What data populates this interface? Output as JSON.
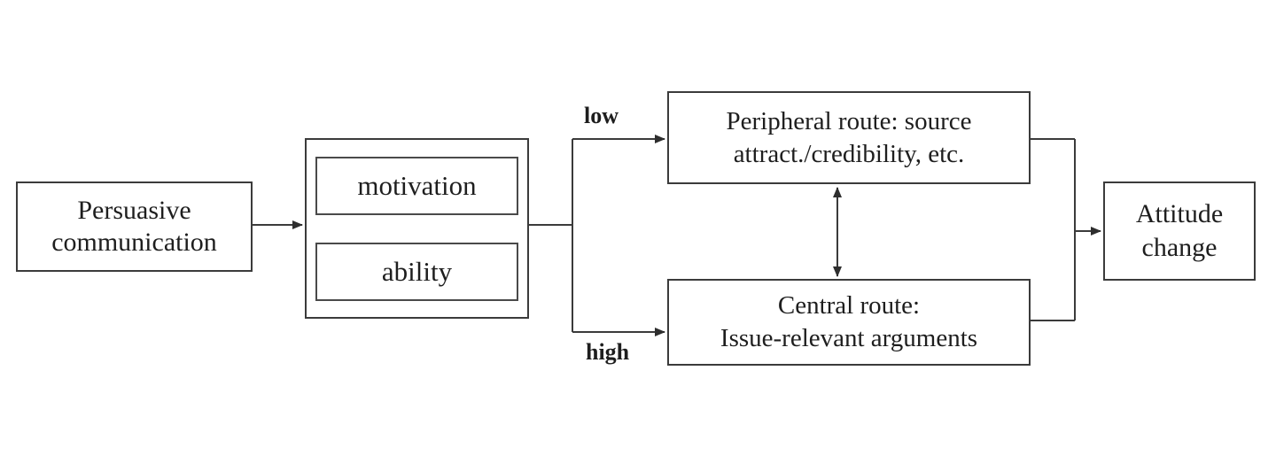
{
  "diagram": {
    "nodes": {
      "persuasive": {
        "line1": "Persuasive",
        "line2": "communication"
      },
      "elaboration": {
        "motivation_label": "motivation",
        "ability_label": "ability"
      },
      "peripheral": {
        "line1": "Peripheral route: source",
        "line2": "attract./credibility, etc."
      },
      "central": {
        "line1": "Central route:",
        "line2": "Issue-relevant arguments"
      },
      "attitude": {
        "line1": "Attitude",
        "line2": "change"
      }
    },
    "edge_labels": {
      "low": "low",
      "high": "high"
    },
    "colors": {
      "background": "#ffffff",
      "line": "#3b3b3b",
      "border": "#3b3b3b",
      "text": "#1e1e1e"
    }
  }
}
